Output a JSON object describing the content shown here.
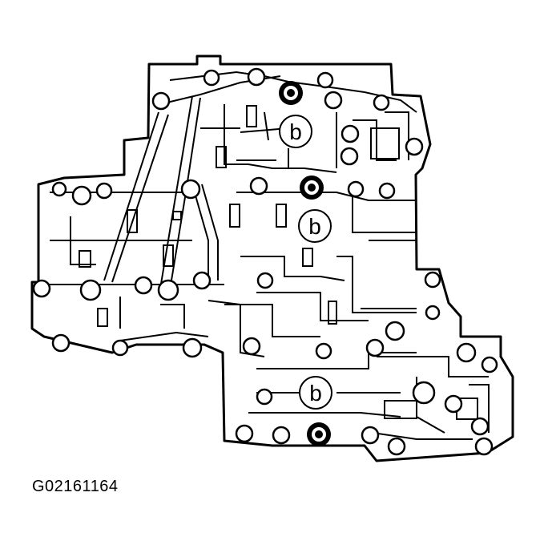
{
  "figure": {
    "id_label": "G02161164",
    "callouts": [
      {
        "key": "callout-1",
        "label": "b"
      },
      {
        "key": "callout-2",
        "label": "b"
      },
      {
        "key": "callout-3",
        "label": "b"
      }
    ]
  },
  "colors": {
    "ink": "#000000",
    "background": "#ffffff",
    "bolt_fill": "#000000"
  }
}
